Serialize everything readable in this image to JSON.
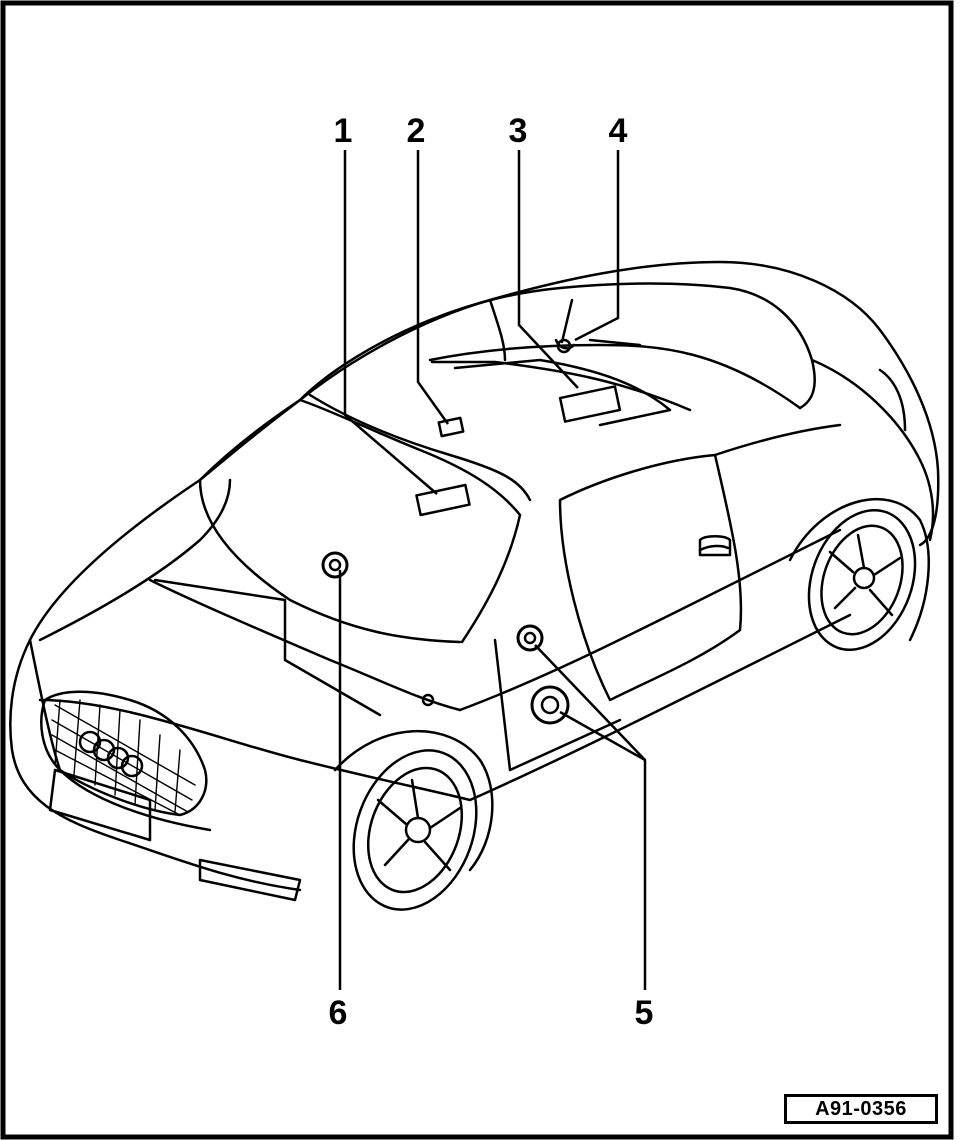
{
  "callouts": {
    "c1": "1",
    "c2": "2",
    "c3": "3",
    "c4": "4",
    "c5": "5",
    "c6": "6"
  },
  "figure_id": "A91-0356",
  "colors": {
    "line": "#000000",
    "background": "#ffffff"
  }
}
